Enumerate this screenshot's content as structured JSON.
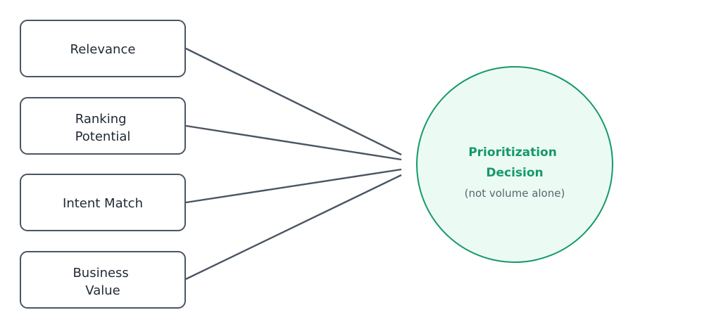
{
  "factors": [
    {
      "lines": [
        "Relevance"
      ]
    },
    {
      "lines": [
        "Ranking",
        "Potential"
      ]
    },
    {
      "lines": [
        "Intent Match"
      ]
    },
    {
      "lines": [
        "Business",
        "Value"
      ]
    }
  ],
  "decision": {
    "title_lines": [
      "Prioritization",
      "Decision"
    ],
    "subtitle": "(not volume alone)"
  },
  "colors": {
    "box_stroke": "#4a5563",
    "connector": "#4a5563",
    "decision_stroke": "#16996a",
    "decision_fill": "#ebfbf3",
    "decision_text": "#16996a",
    "subtitle_text": "#5b6470"
  }
}
